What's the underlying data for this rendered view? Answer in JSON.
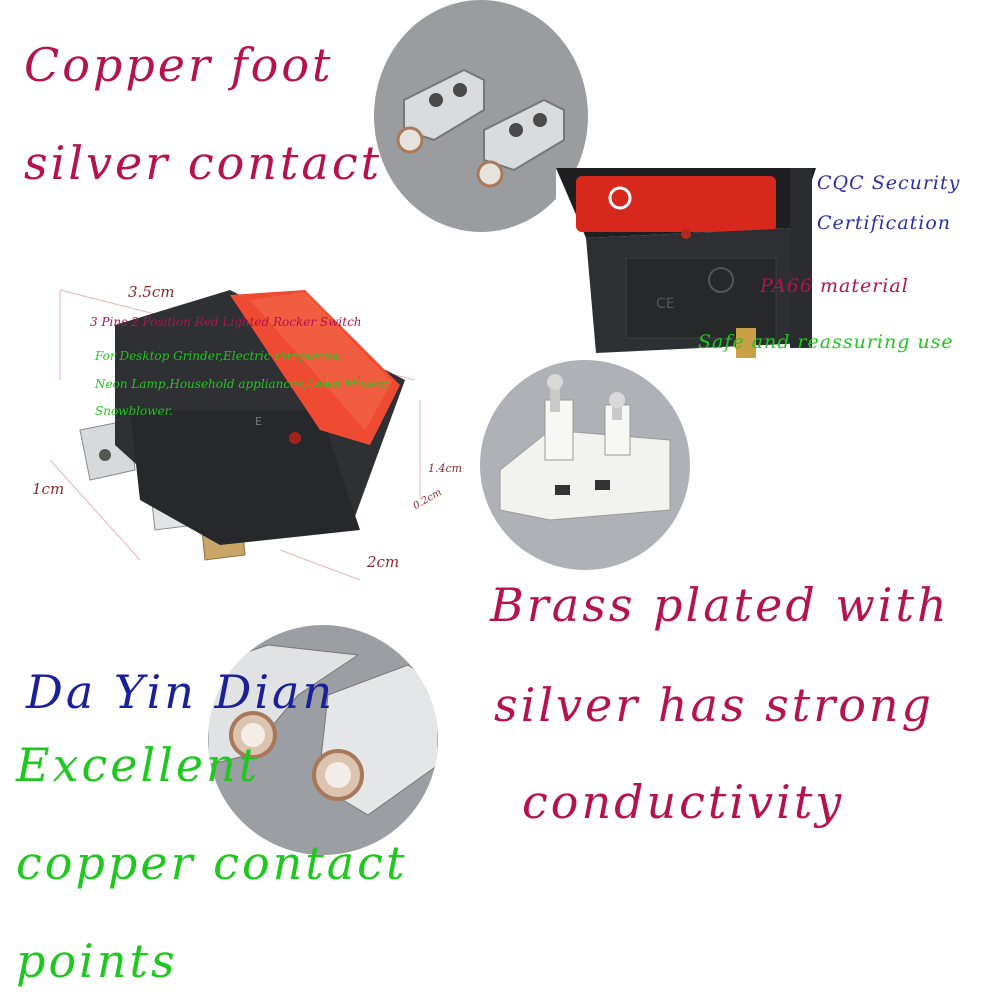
{
  "headline_top": {
    "line1": "Copper foot",
    "line2": "silver contact"
  },
  "cert": {
    "line1": "CQC Security",
    "line2": "Certification",
    "material": "PA66 material",
    "use": "Safe and reassuring use"
  },
  "diagram": {
    "width_label": "3.5cm",
    "depth_label": "1cm",
    "height_label": "1.4cm",
    "thickness_label": "0.2cm",
    "pin_label": "2cm",
    "product_title": "3 Pins 2 Position Red Lighted Rocker Switch",
    "uses_line1": "For Desktop Grinder,Electric Fireplaces,",
    "uses_line2": "Neon Lamp,Household appliances,Lawn Mower,",
    "uses_line3": "Snowblower."
  },
  "brass": {
    "line1": "Brass plated with",
    "line2": "silver has strong",
    "line3": "conductivity"
  },
  "brand": "Da Yin Dian",
  "excellent": {
    "line1": "Excellent",
    "line2": "copper contact",
    "line3": "points"
  },
  "colors": {
    "crimson": "#b5124e",
    "navy": "#1a1f9a",
    "green": "#1ec81e",
    "switch_body": "#2c2f33",
    "rocker_red": "#e8452e"
  }
}
